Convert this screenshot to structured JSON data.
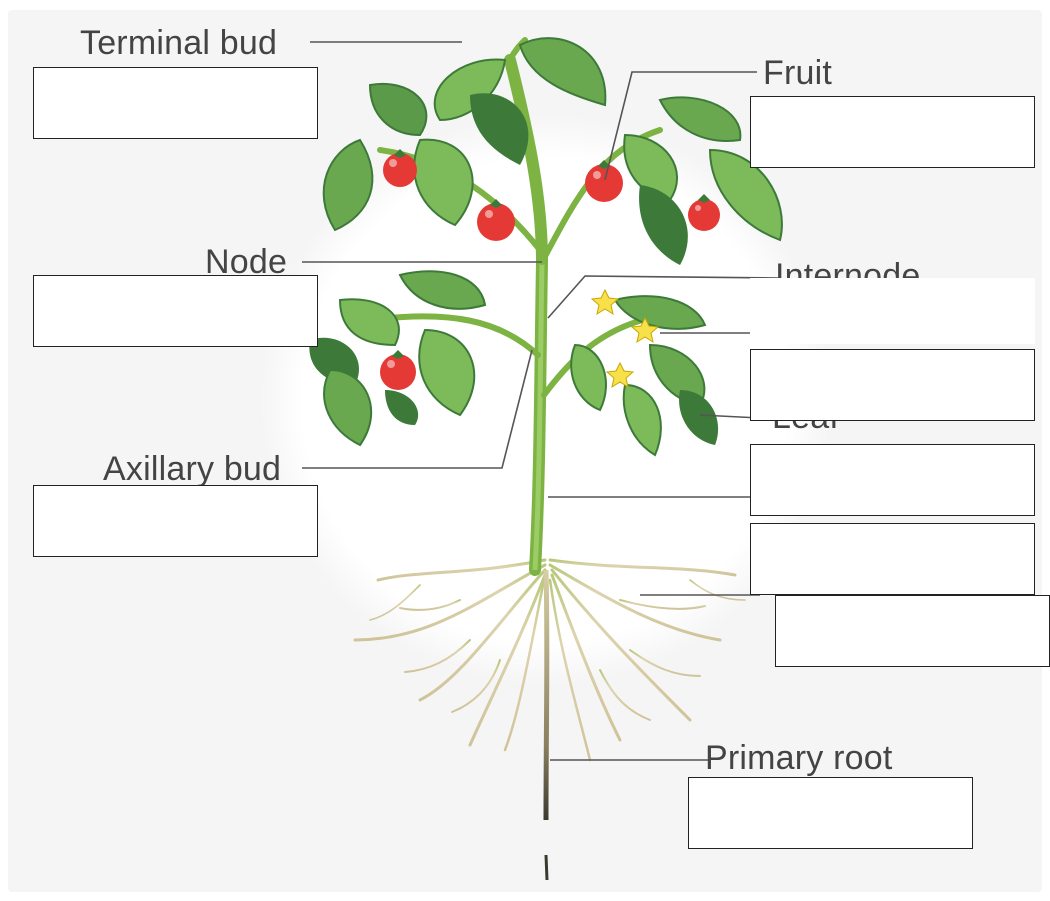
{
  "diagram": {
    "labels": {
      "terminal_bud": "Terminal bud",
      "fruit": "Fruit",
      "node": "Node",
      "internode": "Internode",
      "axillary_bud": "Axillary bud",
      "leaf": "Leaf",
      "primary_root": "Primary root"
    },
    "answer_boxes": [
      "",
      "",
      "",
      "",
      "",
      "",
      "",
      "",
      "",
      ""
    ],
    "colors": {
      "background": "#f5f5f5",
      "stem": "#7cb342",
      "leaf": "#6aa84f",
      "leaf_dark": "#3d7a3a",
      "fruit": "#e53935",
      "flower": "#f7e04a",
      "root": "#d8cfa5",
      "leader_line": "#555555",
      "box_border": "#222222"
    }
  }
}
